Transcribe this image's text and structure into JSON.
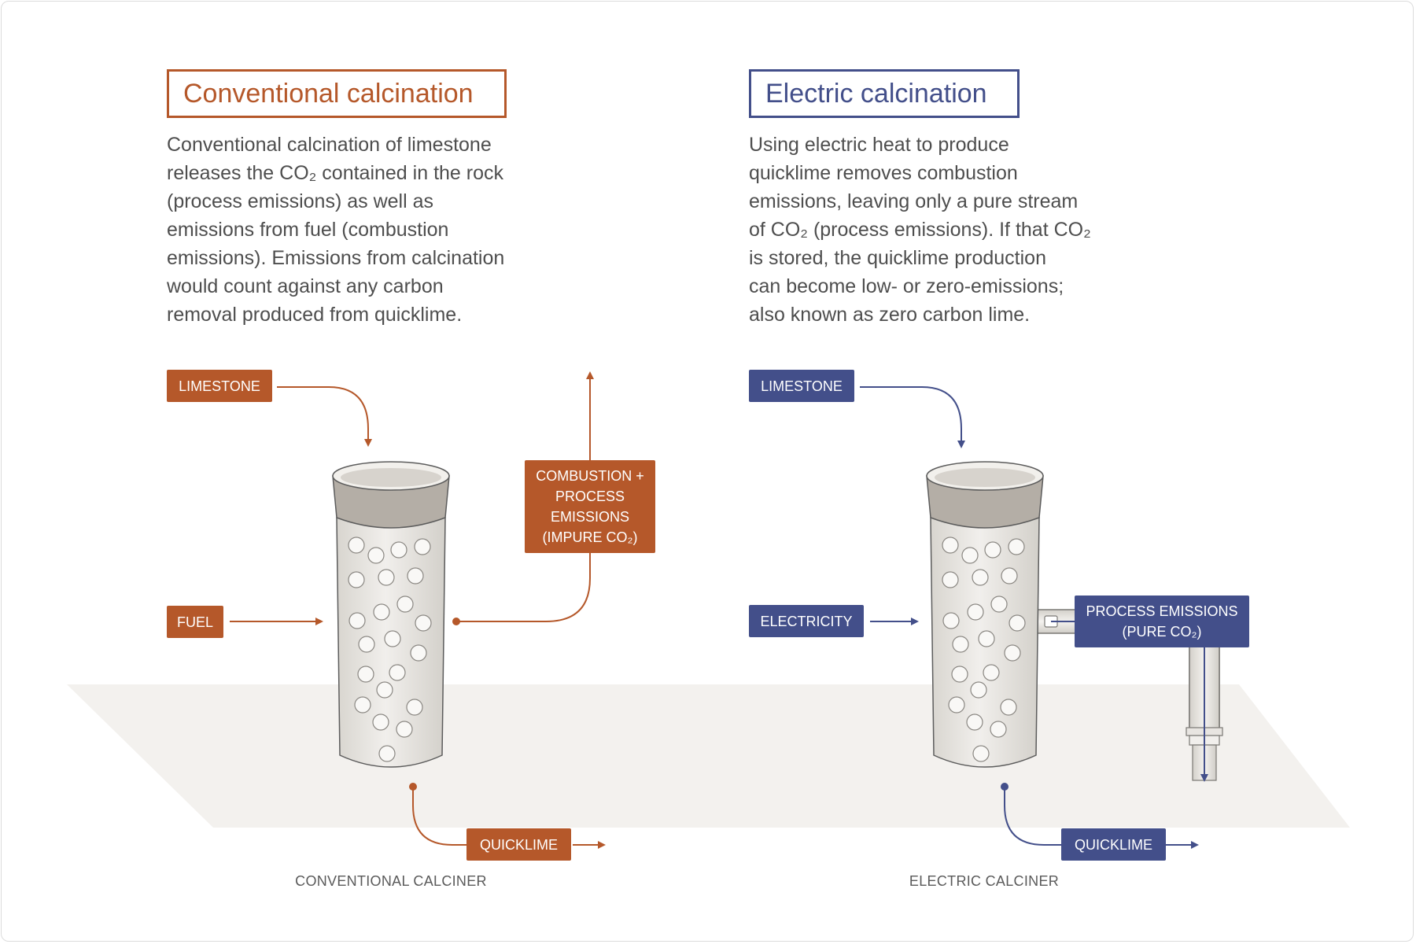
{
  "conventional": {
    "title": "Conventional calcination",
    "description_lines": [
      "Conventional calcination of limestone",
      "releases the CO₂ contained in the rock",
      "(process emissions) as well as",
      "emissions from fuel (combustion",
      "emissions). Emissions from calcination",
      "would count against any carbon",
      "removal produced from quicklime."
    ],
    "labels": {
      "limestone": "LIMESTONE",
      "fuel": "FUEL",
      "emissions_lines": [
        "COMBUSTION +",
        "PROCESS",
        "EMISSIONS",
        "(IMPURE CO₂)"
      ],
      "quicklime": "QUICKLIME"
    },
    "caption": "CONVENTIONAL CALCINER",
    "color": "#b5582a"
  },
  "electric": {
    "title": "Electric calcination",
    "description_lines": [
      "Using electric heat to produce",
      "quicklime removes combustion",
      "emissions, leaving only a pure stream",
      "of CO₂ (process emissions). If that CO₂",
      "is stored, the quicklime production",
      "can become low- or zero-emissions;",
      "also known as zero carbon lime."
    ],
    "labels": {
      "limestone": "LIMESTONE",
      "electricity": "ELECTRICITY",
      "emissions_lines": [
        "PROCESS EMISSIONS",
        "(PURE CO₂)"
      ],
      "quicklime": "QUICKLIME"
    },
    "caption": "ELECTRIC CALCINER",
    "color": "#434f8a"
  }
}
